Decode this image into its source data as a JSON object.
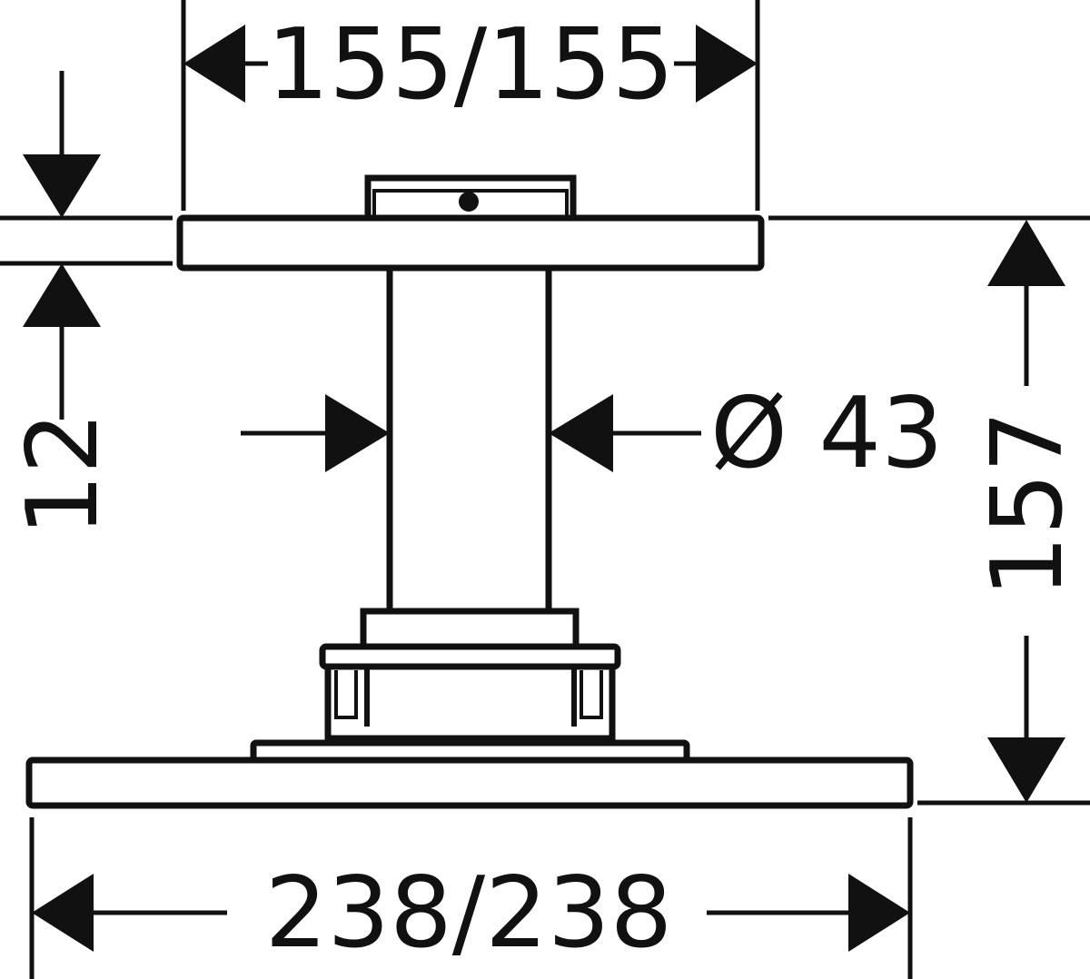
{
  "dimensions": {
    "top_width": "155/155",
    "bottom_width": "238/238",
    "diameter": "Ø 43",
    "plate_thickness": "12",
    "total_height": "157"
  }
}
